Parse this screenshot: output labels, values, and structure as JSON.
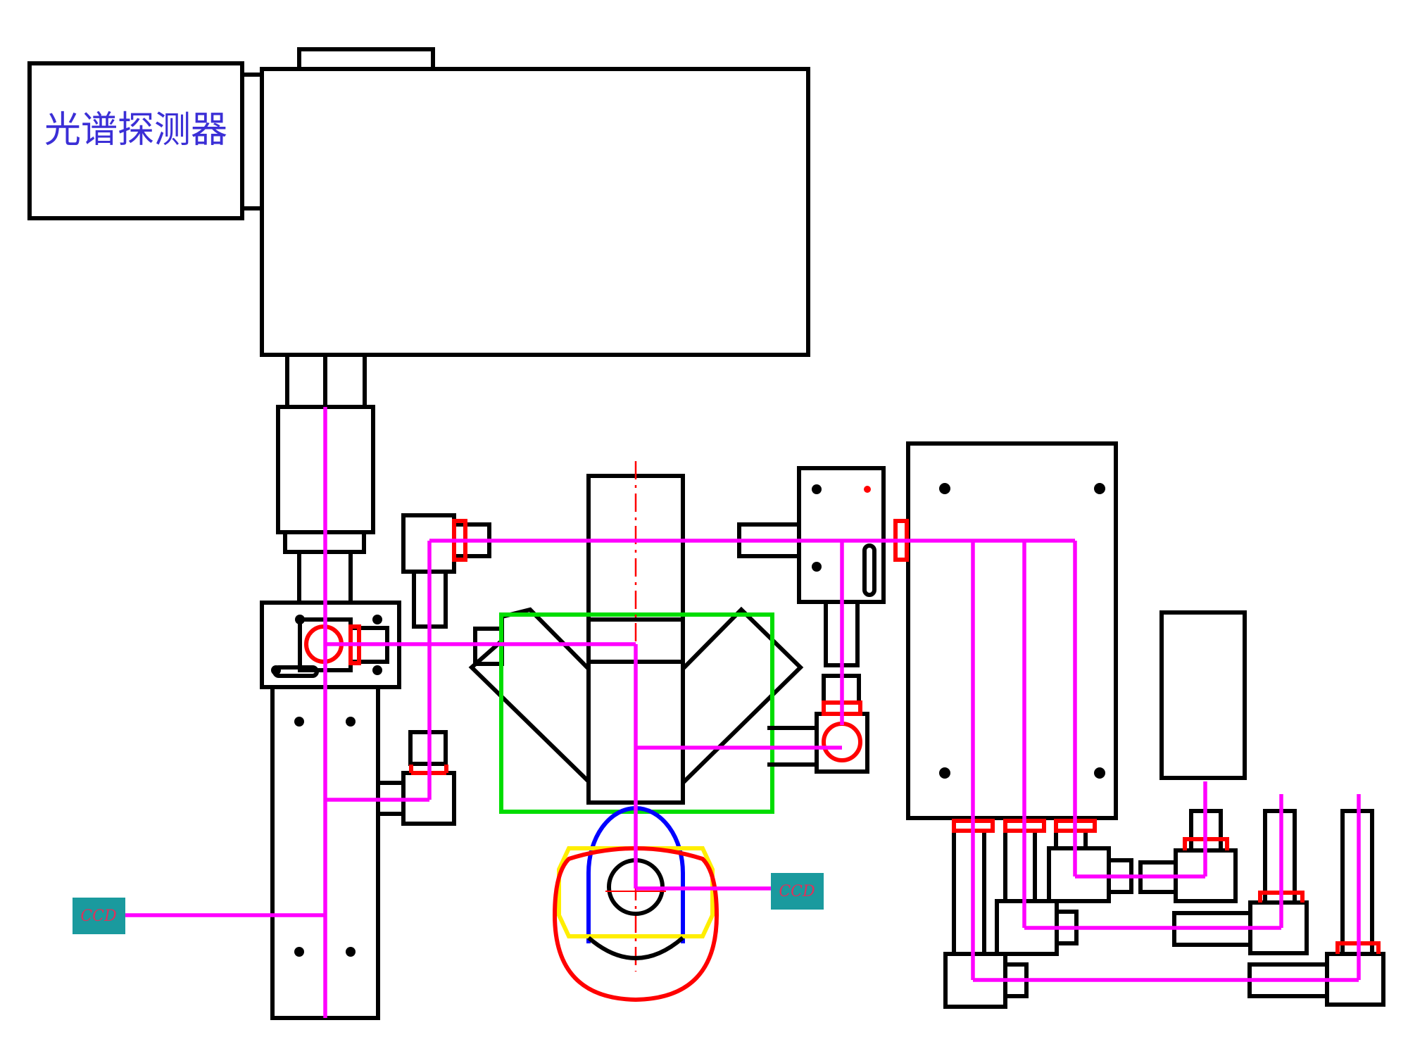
{
  "labels": {
    "spectrum_detector": "光谱探测器",
    "ccd_left": "CCD",
    "ccd_right": "CCD"
  },
  "colors": {
    "outline": "#000000",
    "beam": "#ff00ff",
    "fiber_port": "#ff0000",
    "frame": "#00dd00",
    "ccd_box": "#1a9a9e",
    "detector_text": "#3b2fd6",
    "ccd_text": "#e0305a"
  }
}
